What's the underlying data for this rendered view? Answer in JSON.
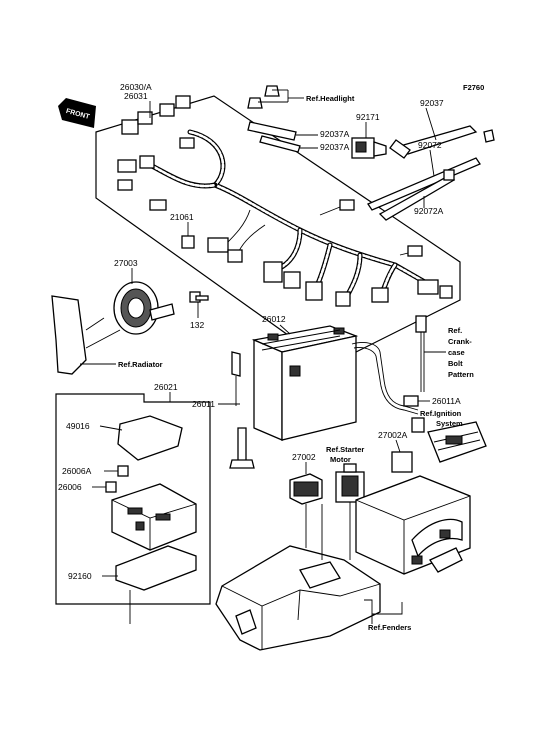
{
  "figure_code": "F2760",
  "front_badge": "FRONT",
  "labels": {
    "p26030a": "26030/A",
    "p26031": "26031",
    "p21061": "21061",
    "p92037a_1": "92037A",
    "p92037a_2": "92037A",
    "p92171": "92171",
    "p92037": "92037",
    "p92072": "92072",
    "p92072a": "92072A",
    "p27003": "27003",
    "p132": "132",
    "p26012": "26012",
    "p26011": "26011",
    "p26011a": "26011A",
    "p26021": "26021",
    "p49016": "49016",
    "p26006a": "26006A",
    "p26006": "26006",
    "p92160": "92160",
    "p27002": "27002",
    "p27002a": "27002A"
  },
  "refs": {
    "headlight": "Ref.Headlight",
    "radiator": "Ref.Radiator",
    "crankcase_1": "Ref.",
    "crankcase_2": "Crank-",
    "crankcase_3": "case",
    "crankcase_4": "Bolt",
    "crankcase_5": "Pattern",
    "ignition_1": "Ref.Ignition",
    "ignition_2": "System",
    "starter_1": "Ref.Starter",
    "starter_2": "Motor",
    "fenders": "Ref.Fenders"
  }
}
